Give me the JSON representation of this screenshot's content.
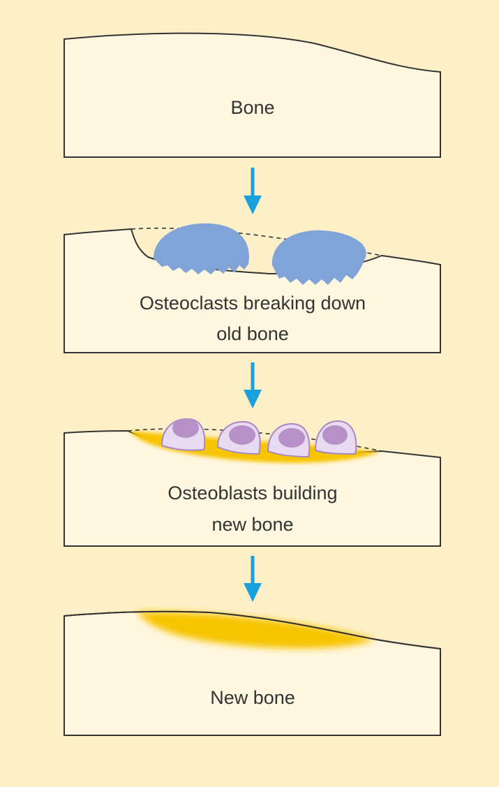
{
  "colors": {
    "background": "#fdf0c8",
    "bone_fill": "#fff7e0",
    "outline": "#333333",
    "arrow": "#1aa0dc",
    "osteoclast": "#80a4d8",
    "osteoblast_cell": "#e8daf0",
    "osteoblast_nucleus": "#b890c8",
    "osteoblast_outline": "#a888c0",
    "new_bone": "#f7c400"
  },
  "panels": [
    {
      "label_lines": [
        "Bone"
      ]
    },
    {
      "label_lines": [
        "Osteoclasts breaking down",
        "old bone"
      ]
    },
    {
      "label_lines": [
        "Osteoblasts building",
        "new bone"
      ]
    },
    {
      "label_lines": [
        "New bone"
      ]
    }
  ],
  "arrows": [
    {
      "icon": "arrow-down-icon"
    },
    {
      "icon": "arrow-down-icon"
    },
    {
      "icon": "arrow-down-icon"
    }
  ]
}
